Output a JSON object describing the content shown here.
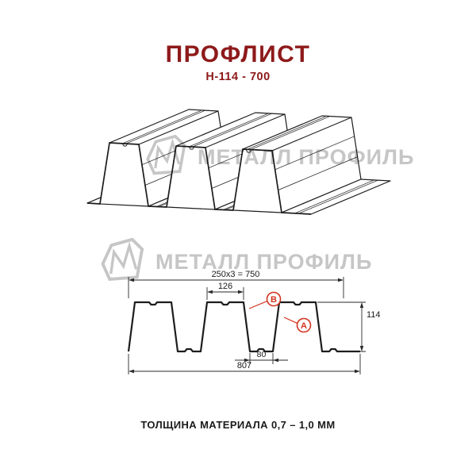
{
  "header": {
    "title": "ПРОФЛИСТ",
    "subtitle": "Н-114 - 700"
  },
  "watermark": {
    "text": "МЕТАЛЛ ПРОФИЛЬ"
  },
  "cross_section": {
    "dim_pitch": "250x3 = 750",
    "dim_rib_top": "126",
    "dim_flat": "80",
    "dim_overall": "807",
    "dim_height": "114",
    "marker_a": "А",
    "marker_b": "В"
  },
  "footer": {
    "material_thickness": "ТОЛЩИНА МАТЕРИАЛА 0,7 – 1,0 ММ"
  },
  "colors": {
    "title_red": "#8e1a1a",
    "marker_red": "#d2341f",
    "watermark_gray": "#c6c6c6",
    "line_black": "#1d1d1d"
  }
}
